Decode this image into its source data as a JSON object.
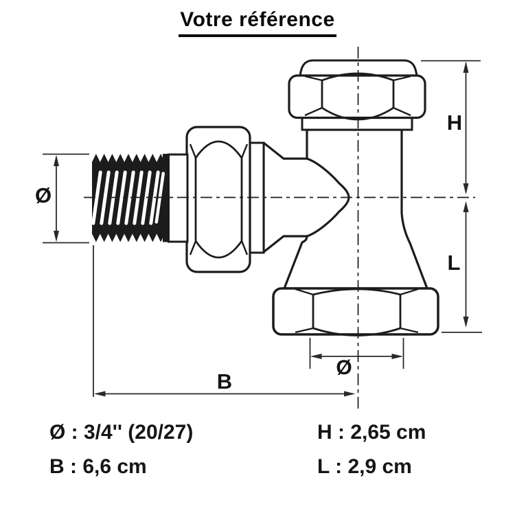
{
  "title": "Votre référence",
  "drawing": {
    "dim_diameter_side": "Ø",
    "dim_height": "H",
    "dim_length": "L",
    "dim_diameter_bottom": "Ø",
    "dim_width": "B"
  },
  "specs": {
    "diameter": "Ø : 3/4'' (20/27)",
    "width": "B : 6,6 cm",
    "height": "H : 2,65 cm",
    "length": "L : 2,9 cm"
  },
  "colors": {
    "line": "#1c1c1c",
    "text": "#111111",
    "background": "#ffffff"
  }
}
